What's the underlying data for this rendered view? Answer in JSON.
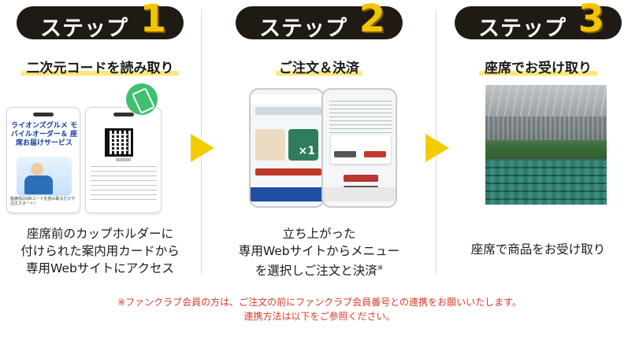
{
  "steps": [
    {
      "label": "ステップ",
      "number": "1",
      "title": "二次元コードを読み取り",
      "card_title": "ライオンズグルメ モバイルオーダー＆ 座席お届けサービス",
      "card_foot": "座席前のQRコードを読み取るだけで注文スタート！",
      "card2_number": "000000",
      "desc_lines": [
        "座席前のカップホルダーに",
        "付けられた案内用カードから",
        "専用Webサイトにアクセス"
      ]
    },
    {
      "label": "ステップ",
      "number": "2",
      "title": "ご注文＆決済",
      "tile_badge": "×1",
      "desc_lines": [
        "立ち上がった",
        "専用Webサイトからメニュー",
        "を選択しご注文と決済"
      ],
      "desc_mark": "※"
    },
    {
      "label": "ステップ",
      "number": "3",
      "title": "座席でお受け取り",
      "desc_lines": [
        "座席で商品をお受け取り"
      ]
    }
  ],
  "note": {
    "line1": "※ファンクラブ会員の方は、ご注文の前にファンクラブ会員番号との連携をお願いいたします。",
    "line2": "連携方法は以下をご参照ください。"
  },
  "colors": {
    "pill_bg": "#1f1a14",
    "number": "#f2c500",
    "underline": "#fbe77a",
    "arrow": "#f2cc00",
    "note": "#d63d2a"
  }
}
